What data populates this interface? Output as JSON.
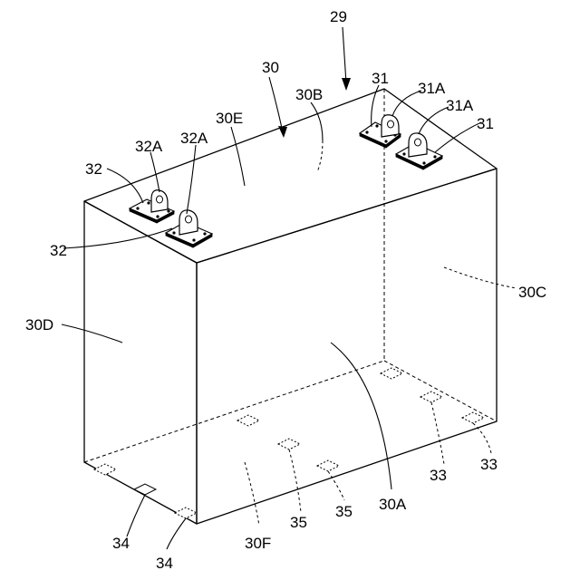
{
  "labels": {
    "l29": "29",
    "l30": "30",
    "l30A": "30A",
    "l30B": "30B",
    "l30C": "30C",
    "l30D": "30D",
    "l30E": "30E",
    "l30F": "30F",
    "l31_left": "31",
    "l31_right": "31",
    "l31A_left": "31A",
    "l31A_right": "31A",
    "l32_top": "32",
    "l32_bottom": "32",
    "l32A_left": "32A",
    "l32A_right": "32A",
    "l33_left": "33",
    "l33_right": "33",
    "l34_left": "34",
    "l34_right": "34",
    "l35_left": "35",
    "l35_right": "35"
  }
}
